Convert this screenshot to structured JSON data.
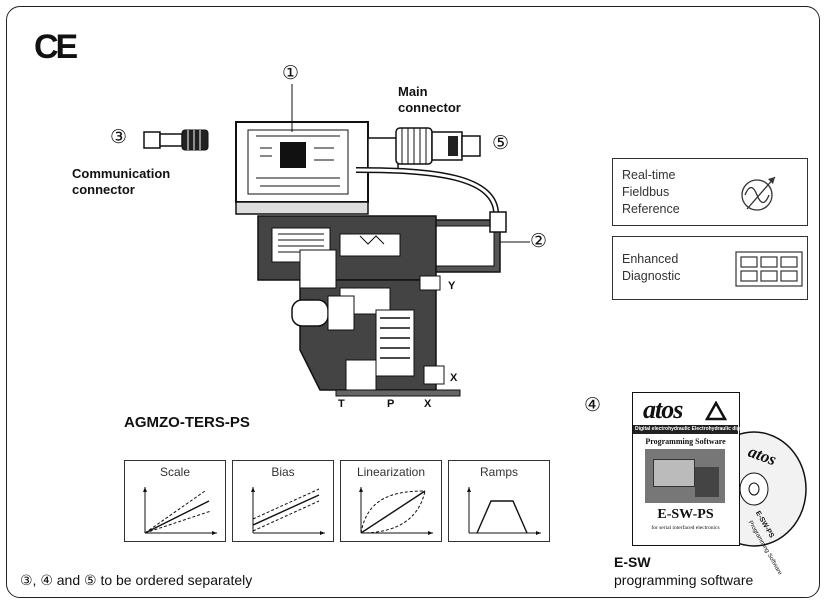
{
  "ce_mark": "CE",
  "callouts": {
    "c1": "①",
    "c2": "②",
    "c3": "③",
    "c4": "④",
    "c5": "⑤"
  },
  "labels": {
    "main_connector": [
      "Main",
      "connector"
    ],
    "communication_connector": [
      "Communication",
      "connector"
    ],
    "model": "AGMZO-TERS-PS",
    "port_y": "Y",
    "port_x_right": "X",
    "port_t": "T",
    "port_p": "P",
    "port_x_bottom": "X",
    "footnote": "③, ④ and ⑤ to be ordered separately"
  },
  "info_boxes": [
    {
      "lines": [
        "Real-time",
        "Fieldbus",
        "Reference"
      ],
      "icon": "sine-gauge-icon"
    },
    {
      "lines": [
        "Enhanced",
        "Diagnostic"
      ],
      "icon": "grid-display-icon"
    }
  ],
  "functions": [
    {
      "label": "Scale",
      "icon": "scale-graph-icon"
    },
    {
      "label": "Bias",
      "icon": "bias-graph-icon"
    },
    {
      "label": "Linearization",
      "icon": "linearization-graph-icon"
    },
    {
      "label": "Ramps",
      "icon": "ramps-graph-icon"
    }
  ],
  "software": {
    "brand": "atos",
    "band_text": "Digital electrohydraulic   Electrohydraulic digital",
    "subtitle": "Programming Software",
    "product": "E-SW-PS",
    "product_sub": "for serial interfaced electronics",
    "cd_brand": "atos",
    "cd_line1": "E-SW-PS",
    "cd_line2": "Programming Software",
    "title": "E-SW",
    "caption": "programming software"
  }
}
